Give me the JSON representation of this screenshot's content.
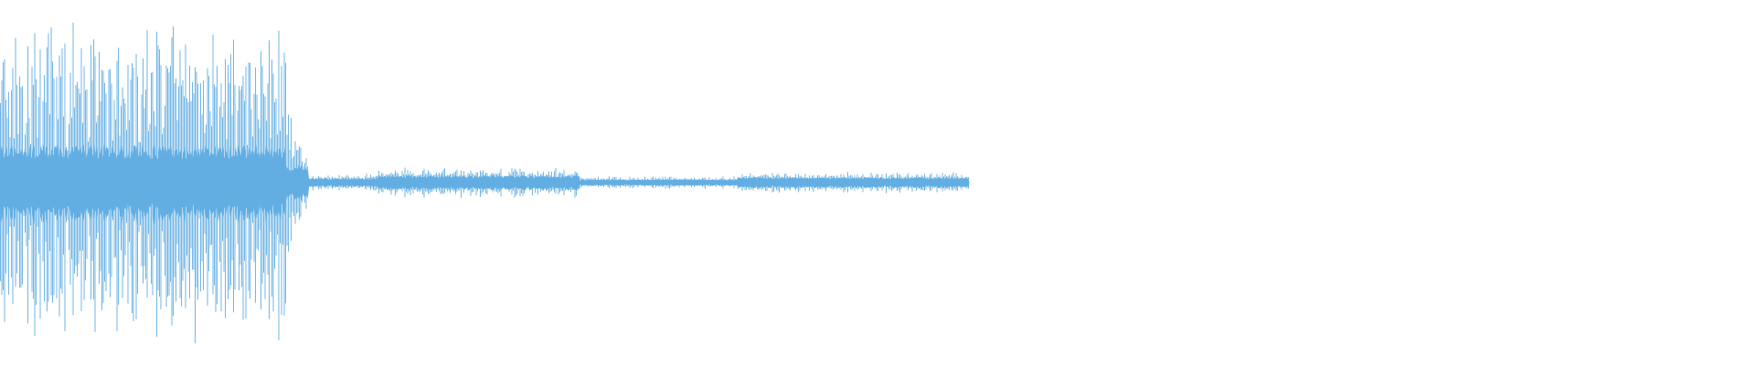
{
  "waveform": {
    "color": "#62aee3",
    "background": "#ffffff",
    "audio_end_fraction": 0.5526,
    "segments": [
      {
        "start": 0.0,
        "end": 0.163,
        "max_amplitude": 0.92,
        "body_amplitude": 0.21
      },
      {
        "start": 0.163,
        "end": 0.176,
        "max_amplitude": 0.4,
        "body_amplitude": 0.1
      },
      {
        "start": 0.176,
        "end": 0.215,
        "max_amplitude": 0.05,
        "body_amplitude": 0.025
      },
      {
        "start": 0.215,
        "end": 0.33,
        "max_amplitude": 0.085,
        "body_amplitude": 0.04
      },
      {
        "start": 0.33,
        "end": 0.42,
        "max_amplitude": 0.035,
        "body_amplitude": 0.018
      },
      {
        "start": 0.42,
        "end": 0.5526,
        "max_amplitude": 0.06,
        "body_amplitude": 0.03
      }
    ]
  }
}
